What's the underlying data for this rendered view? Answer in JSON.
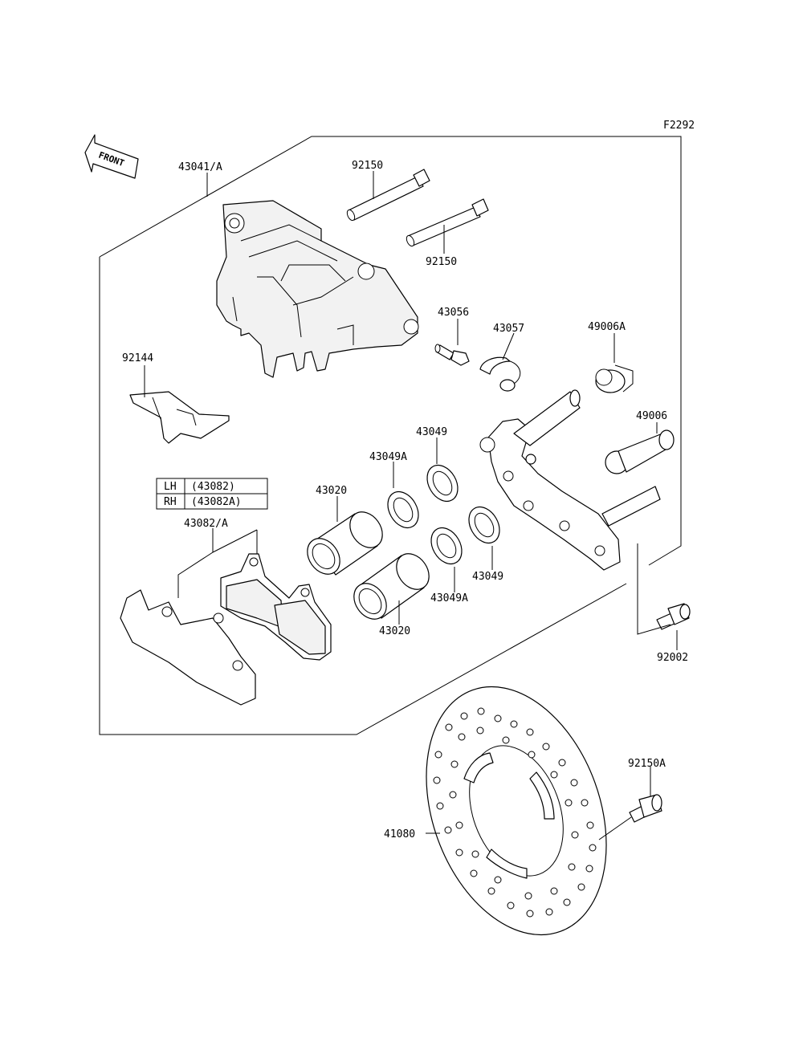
{
  "figure_code": "F2292",
  "front_arrow_text": "FRONT",
  "callouts": {
    "caliper_assy": "43041/A",
    "pin_upper": "92150",
    "pin_lower": "92150",
    "bleeder_valve": "43056",
    "bleeder_cap": "43057",
    "boot_a": "49006A",
    "boot": "49006",
    "pad_spring": "92144",
    "pad_set": "43082/A",
    "piston_upper": "43020",
    "piston_lower": "43020",
    "seal_a_upper": "43049A",
    "seal_upper": "43049",
    "seal_a_lower": "43049A",
    "seal_lower": "43049",
    "holder_bolt": "92002",
    "disc": "41080",
    "disc_bolt": "92150A"
  },
  "side_table": {
    "rows": [
      {
        "side": "LH",
        "part": "(43082)"
      },
      {
        "side": "RH",
        "part": "(43082A)"
      }
    ]
  },
  "colors": {
    "line": "#000000",
    "background": "#ffffff"
  }
}
